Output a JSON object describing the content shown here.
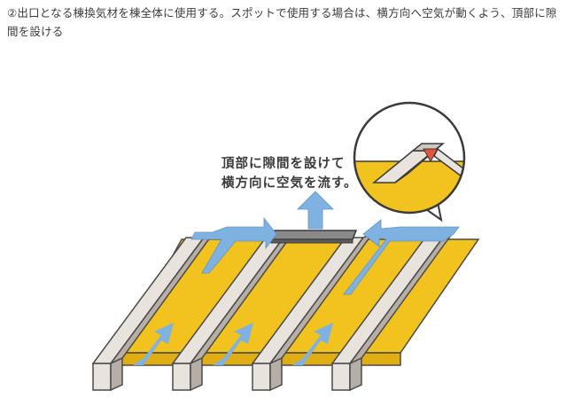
{
  "caption": "②出口となる棟換気材を棟全体に使用する。スポットで使用する場合は、横方向へ空気が動くよう、頂部に隙間を設ける",
  "callout": {
    "line1": "頂部に隙間を設けて",
    "line2": "横方向に空気を流す。"
  },
  "colors": {
    "insulation": "#f2c31f",
    "rafter_face": "#e8e3dd",
    "rafter_side": "#b7afa7",
    "outline": "#4a4a4a",
    "airflow": "#7fb2e0",
    "ridge_vent": "#777777",
    "gap_marker": "#e2553b"
  },
  "icons": [
    "airflow-arrow",
    "ridge-vent",
    "magnifier-bubble"
  ]
}
